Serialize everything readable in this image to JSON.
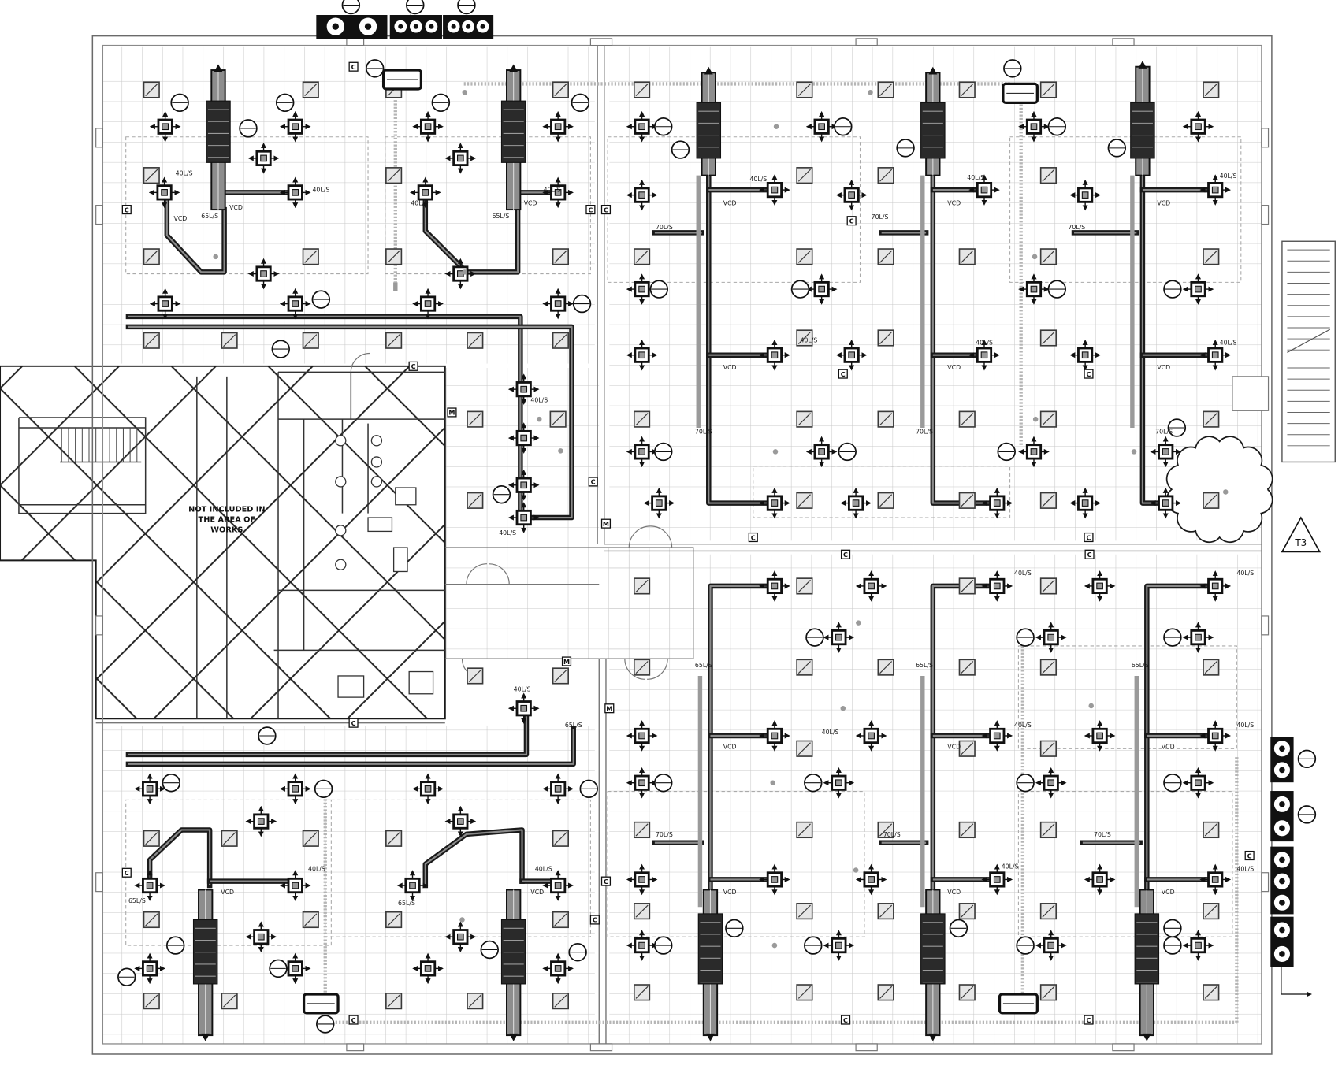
{
  "drawing": {
    "hatched_note": [
      "NOT INCLUDED IN",
      "THE AREA OF",
      "WORKS"
    ],
    "revision_tag": "T3",
    "tag_c": "C",
    "tag_m": "M",
    "flow_labels": [
      "40L/S",
      "65L/S",
      "70L/S"
    ],
    "damper_label": "VCD"
  },
  "colors": {
    "linework": "#1a1a1a",
    "grid": "#c9c9c9",
    "background": "#ffffff",
    "duct_fill": "#8d8d8d",
    "grille_fill": "#e6e6e6",
    "services": "#b5b5b5"
  }
}
